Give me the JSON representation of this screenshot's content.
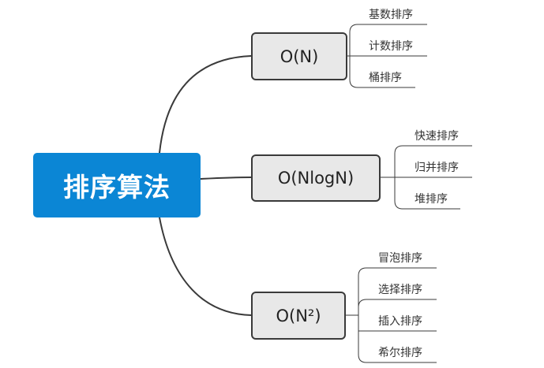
{
  "root": {
    "label": "排序算法"
  },
  "branches": [
    {
      "label": "O(N)",
      "leaves": [
        "基数排序",
        "计数排序",
        "桶排序"
      ]
    },
    {
      "label": "O(NlogN)",
      "leaves": [
        "快速排序",
        "归并排序",
        "堆排序"
      ]
    },
    {
      "label": "O(N²)",
      "leaves": [
        "冒泡排序",
        "选择排序",
        "插入排序",
        "希尔排序"
      ]
    }
  ],
  "colors": {
    "root_fill": "#0b86d5",
    "branch_fill": "#e8e8e8",
    "line": "#3a3a3a"
  }
}
